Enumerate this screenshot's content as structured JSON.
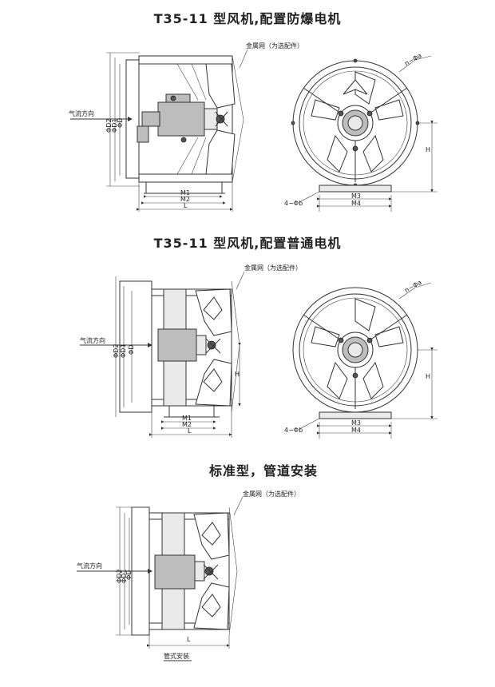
{
  "titles": {
    "s1": "T35-11 型风机,配置防爆电机",
    "s2": "T35-11 型风机,配置普通电机",
    "s3": "标准型，管道安装"
  },
  "labels": {
    "mesh": "金属网（为选配件）",
    "airflow": "气流方向",
    "d2": "ΦD2",
    "d1": "ΦD1",
    "d": "ΦD",
    "m1": "M1",
    "m2": "M2",
    "l": "L",
    "m3": "M3",
    "m4": "M4",
    "h": "H",
    "holes_a": "n−Φa",
    "holes_b": "4−Φb",
    "pipe_install": "管式安装"
  }
}
